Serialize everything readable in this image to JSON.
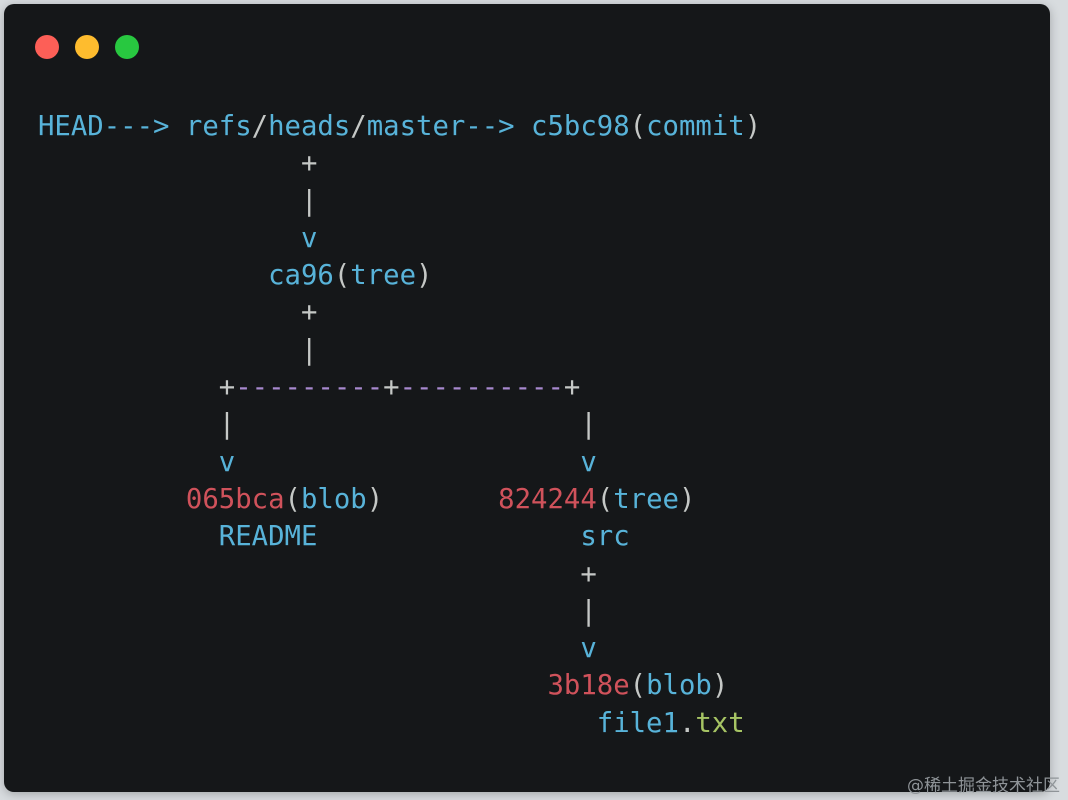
{
  "window": {
    "traffic_lights": [
      {
        "name": "close",
        "color": "#fd5f57"
      },
      {
        "name": "minimize",
        "color": "#febc2e"
      },
      {
        "name": "zoom",
        "color": "#28c840"
      }
    ]
  },
  "colors": {
    "background": "#151719",
    "blue": "#58b3d9",
    "white": "#c5c8c6",
    "red": "#d0525b",
    "purple": "#a889cf",
    "green": "#a6c464"
  },
  "code_lines": [
    [
      {
        "t": "HEAD---> refs",
        "c": "blue"
      },
      {
        "t": "/",
        "c": "white"
      },
      {
        "t": "heads",
        "c": "blue"
      },
      {
        "t": "/",
        "c": "white"
      },
      {
        "t": "master--> c5bc98",
        "c": "blue"
      },
      {
        "t": "(",
        "c": "white"
      },
      {
        "t": "commit",
        "c": "blue"
      },
      {
        "t": ")",
        "c": "white"
      }
    ],
    [
      {
        "t": "                +",
        "c": "white"
      }
    ],
    [
      {
        "t": "                |",
        "c": "white"
      }
    ],
    [
      {
        "t": "                v",
        "c": "blue"
      }
    ],
    [
      {
        "t": "              ca96",
        "c": "blue"
      },
      {
        "t": "(",
        "c": "white"
      },
      {
        "t": "tree",
        "c": "blue"
      },
      {
        "t": ")",
        "c": "white"
      }
    ],
    [
      {
        "t": "                +",
        "c": "white"
      }
    ],
    [
      {
        "t": "                |",
        "c": "white"
      }
    ],
    [
      {
        "t": "           +",
        "c": "white"
      },
      {
        "t": "---------",
        "c": "purple"
      },
      {
        "t": "+",
        "c": "white"
      },
      {
        "t": "----------",
        "c": "purple"
      },
      {
        "t": "+",
        "c": "white"
      }
    ],
    [
      {
        "t": "           |                     |",
        "c": "white"
      }
    ],
    [
      {
        "t": "           v                     v",
        "c": "blue"
      }
    ],
    [
      {
        "t": "         065bca",
        "c": "red"
      },
      {
        "t": "(",
        "c": "white"
      },
      {
        "t": "blob",
        "c": "blue"
      },
      {
        "t": ")",
        "c": "white"
      },
      {
        "t": "       824244",
        "c": "red"
      },
      {
        "t": "(",
        "c": "white"
      },
      {
        "t": "tree",
        "c": "blue"
      },
      {
        "t": ")",
        "c": "white"
      }
    ],
    [
      {
        "t": "           README                src",
        "c": "blue"
      }
    ],
    [
      {
        "t": "                                 +",
        "c": "white"
      }
    ],
    [
      {
        "t": "                                 |",
        "c": "white"
      }
    ],
    [
      {
        "t": "                                 v",
        "c": "blue"
      }
    ],
    [
      {
        "t": "                               3b18e",
        "c": "red"
      },
      {
        "t": "(",
        "c": "white"
      },
      {
        "t": "blob",
        "c": "blue"
      },
      {
        "t": ")",
        "c": "white"
      }
    ],
    [
      {
        "t": "                                  file1",
        "c": "blue"
      },
      {
        "t": ".",
        "c": "white"
      },
      {
        "t": "txt",
        "c": "green"
      }
    ]
  ],
  "watermark": "@稀土掘金技术社区"
}
